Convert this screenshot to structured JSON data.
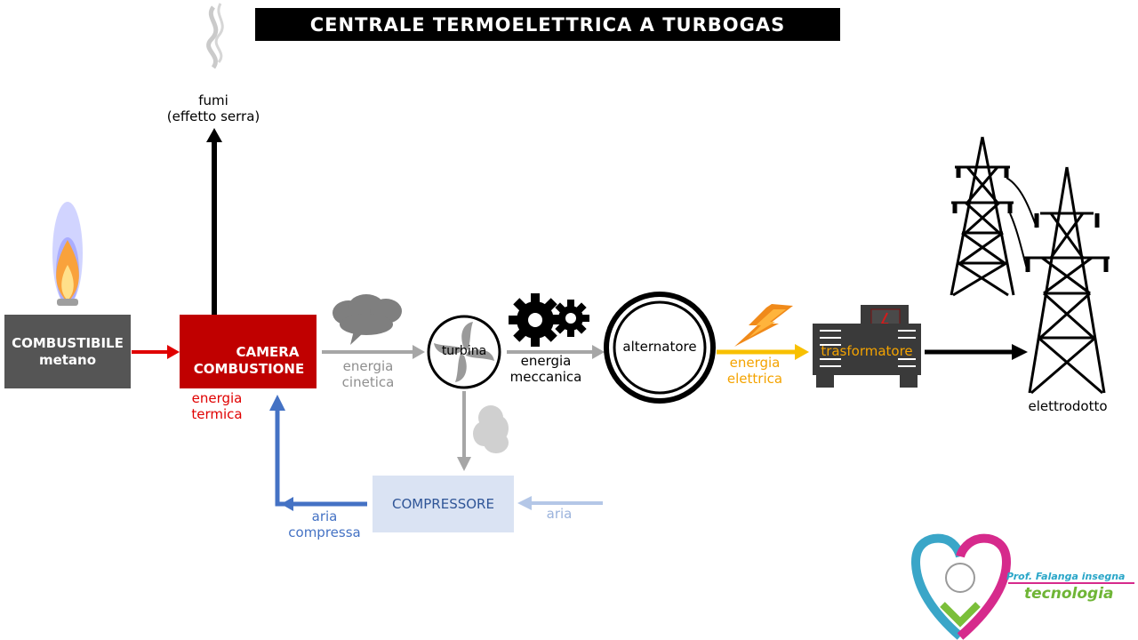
{
  "title": "CENTRALE TERMOELETTRICA A TURBOGAS",
  "fumi": {
    "line1": "fumi",
    "line2": "(effetto serra)"
  },
  "fuel_box": {
    "line1": "COMBUSTIBILE",
    "line2": "metano"
  },
  "chamber_box": {
    "line1": "CAMERA",
    "line2": "COMBUSTIONE"
  },
  "energia_termica": {
    "line1": "energia",
    "line2": "termica"
  },
  "energia_cinetica": {
    "line1": "energia",
    "line2": "cinetica"
  },
  "turbina": "turbina",
  "energia_meccanica": {
    "line1": "energia",
    "line2": "meccanica"
  },
  "alternatore": "alternatore",
  "energia_elettrica": {
    "line1": "energia",
    "line2": "elettrica"
  },
  "trasformatore": "trasformatore",
  "elettrodotto": "elettrodotto",
  "compressore": "COMPRESSORE",
  "aria": "aria",
  "aria_compressa": {
    "line1": "aria",
    "line2": "compressa"
  },
  "logo": {
    "line1": "Prof. Falanga insegna",
    "line2": "tecnologia"
  },
  "colors": {
    "heat_red": "#c00000",
    "kinetic_gray": "#a6a6a6",
    "electric_orange": "#f4a300",
    "air_blue": "#4472c4",
    "air_light": "#b4c7e7"
  }
}
